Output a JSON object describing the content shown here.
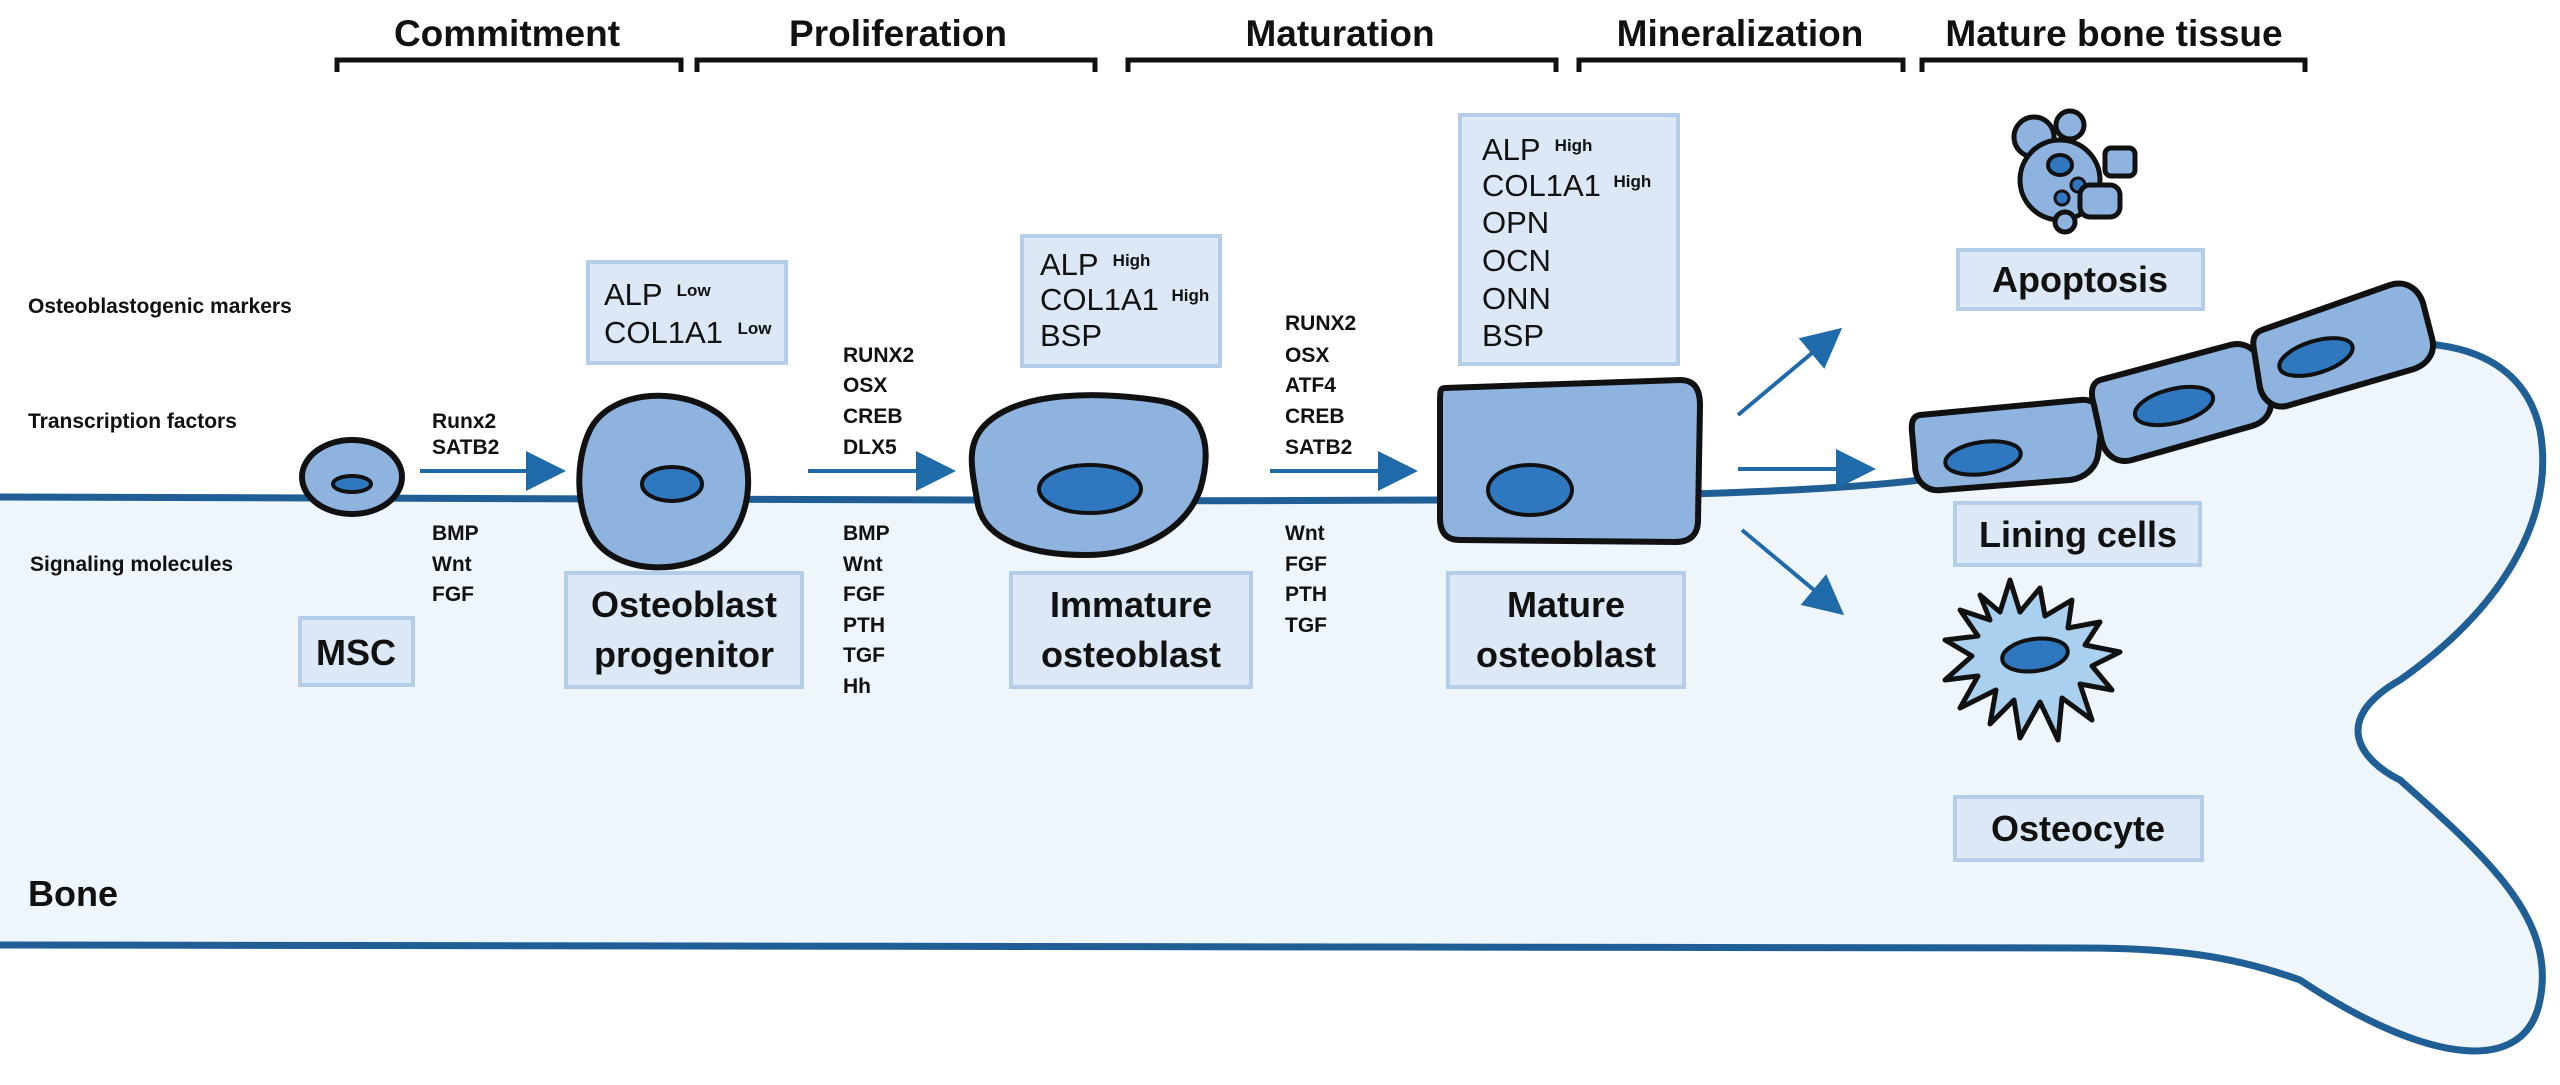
{
  "stages": [
    "Commitment",
    "Proliferation",
    "Maturation",
    "Mineralization",
    "Mature bone tissue"
  ],
  "row_labels": {
    "markers": "Osteoblastogenic markers",
    "transcription": "Transcription factors",
    "signaling": "Signaling molecules"
  },
  "bone_label": "Bone",
  "cells": {
    "msc": "MSC",
    "progenitor": [
      "Osteoblast",
      "progenitor"
    ],
    "immature": [
      "Immature",
      "osteoblast"
    ],
    "mature": [
      "Mature",
      "osteoblast"
    ]
  },
  "markers": {
    "progenitor": [
      {
        "name": "ALP",
        "level": "Low"
      },
      {
        "name": "COL1A1",
        "level": "Low"
      }
    ],
    "immature": [
      {
        "name": "ALP",
        "level": "High"
      },
      {
        "name": "COL1A1",
        "level": "High"
      },
      {
        "name": "BSP",
        "level": ""
      }
    ],
    "mature": [
      {
        "name": "ALP",
        "level": "High"
      },
      {
        "name": "COL1A1",
        "level": "High"
      },
      {
        "name": "OPN",
        "level": ""
      },
      {
        "name": "OCN",
        "level": ""
      },
      {
        "name": "ONN",
        "level": ""
      },
      {
        "name": "BSP",
        "level": ""
      }
    ]
  },
  "transcription_factors": {
    "step1": [
      "Runx2",
      "SATB2"
    ],
    "step2": [
      "RUNX2",
      "OSX",
      "CREB",
      "DLX5"
    ],
    "step3": [
      "RUNX2",
      "OSX",
      "ATF4",
      "CREB",
      "SATB2"
    ]
  },
  "signaling_molecules": {
    "step1": [
      "BMP",
      "Wnt",
      "FGF"
    ],
    "step2": [
      "BMP",
      "Wnt",
      "FGF",
      "PTH",
      "TGF",
      "Hh"
    ],
    "step3": [
      "Wnt",
      "FGF",
      "PTH",
      "TGF"
    ]
  },
  "fates": {
    "apoptosis": "Apoptosis",
    "lining": "Lining cells",
    "osteocyte": "Osteocyte"
  },
  "colors": {
    "cell_fill": "#8db3de",
    "nucleus_fill": "#2f77bf",
    "label_box_fill": "#dce8f5",
    "label_box_stroke": "#b4cde8",
    "bone_fill": "#eef5fb",
    "bone_stroke": "#1f5f96",
    "arrow": "#1f6aa8",
    "osteocyte_fill": "#a9d0ef"
  }
}
